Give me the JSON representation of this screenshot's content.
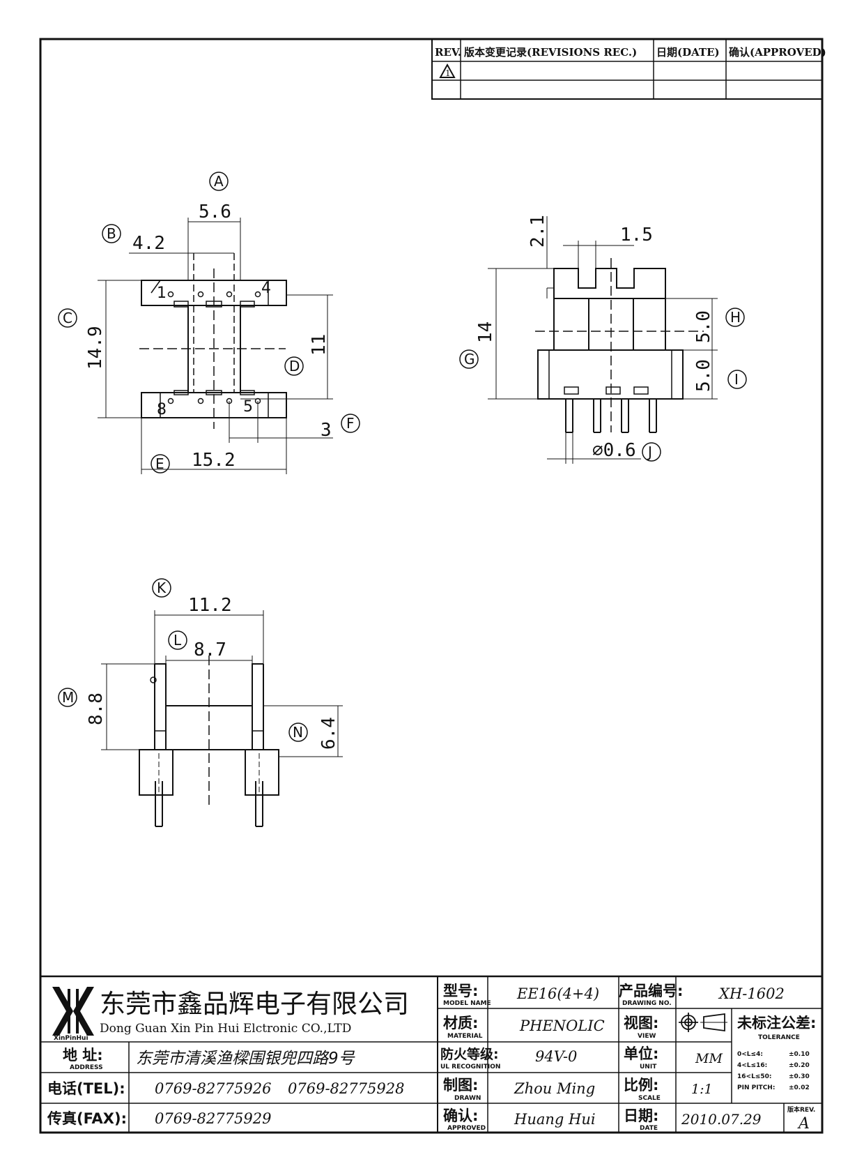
{
  "revision_table": {
    "headers": [
      "REV.",
      "版本变更记录(REVISIONS REC.)",
      "日期(DATE)",
      "确认(APPROVED)"
    ],
    "rev_symbol": "1"
  },
  "labels": {
    "A": "A",
    "B": "B",
    "C": "C",
    "D": "D",
    "E": "E",
    "F": "F",
    "G": "G",
    "H": "H",
    "I": "I",
    "J": "J",
    "K": "K",
    "L": "L",
    "M": "M",
    "N": "N"
  },
  "dimensions": {
    "A": "5.6",
    "B": "4.2",
    "C": "14.9",
    "D": "11",
    "E": "15.2",
    "F": "3",
    "top_pin": "2.1",
    "slot": "1.5",
    "G": "14",
    "H": "5.0",
    "I": "5.0",
    "J": "⌀0.6",
    "K": "11.2",
    "L": "8.7",
    "M": "8.8",
    "N": "6.4"
  },
  "pins": {
    "p1": "1",
    "p4": "4",
    "p5": "5",
    "p8": "8"
  },
  "title_block": {
    "company_cn": "东莞市鑫品辉电子有限公司",
    "company_en": "Dong Guan Xin Pin Hui Elctronic CO.,LTD",
    "logo_text": "XinPinHui",
    "model_label": "型号:",
    "model_label_en": "MODEL NAME",
    "model_value": "EE16(4+4)",
    "drawing_label": "产品编号:",
    "drawing_label_en": "DRAWING NO.",
    "drawing_value": "XH-1602",
    "material_label": "材质:",
    "material_label_en": "MATERIAL",
    "material_value": "PHENOLIC",
    "view_label": "视图:",
    "view_label_en": "VIEW",
    "tolerance_label": "未标注公差:",
    "tolerance_label_en": "TOLERANCE",
    "address_label": "地 址:",
    "address_label_en": "ADDRESS",
    "address_value": "东莞市清溪渔樑围银兜四路9号",
    "ul_label": "防火等级:",
    "ul_label_en": "UL RECOGNITION",
    "ul_value": "94V-0",
    "unit_label": "单位:",
    "unit_label_en": "UNIT",
    "unit_value": "MM",
    "tel_label": "电话(TEL):",
    "tel_value1": "0769-82775926",
    "tel_value2": "0769-82775928",
    "drawn_label": "制图:",
    "drawn_label_en": "DRAWN",
    "drawn_value": "Zhou Ming",
    "scale_label": "比例:",
    "scale_label_en": "SCALE",
    "scale_value": "1:1",
    "fax_label": "传真(FAX):",
    "fax_value": "0769-82775929",
    "approved_label": "确认:",
    "approved_label_en": "APPROVED",
    "approved_value": "Huang Hui",
    "date_label": "日期:",
    "date_label_en": "DATE",
    "date_value": "2010.07.29",
    "rev_label": "版本REV.",
    "rev_value": "A",
    "tol_rows": [
      {
        "range": "0<L≤4:",
        "value": "±0.10"
      },
      {
        "range": "4<L≤16:",
        "value": "±0.20"
      },
      {
        "range": "16<L≤50:",
        "value": "±0.30"
      },
      {
        "range": "PIN PITCH:",
        "value": "±0.02"
      }
    ]
  }
}
